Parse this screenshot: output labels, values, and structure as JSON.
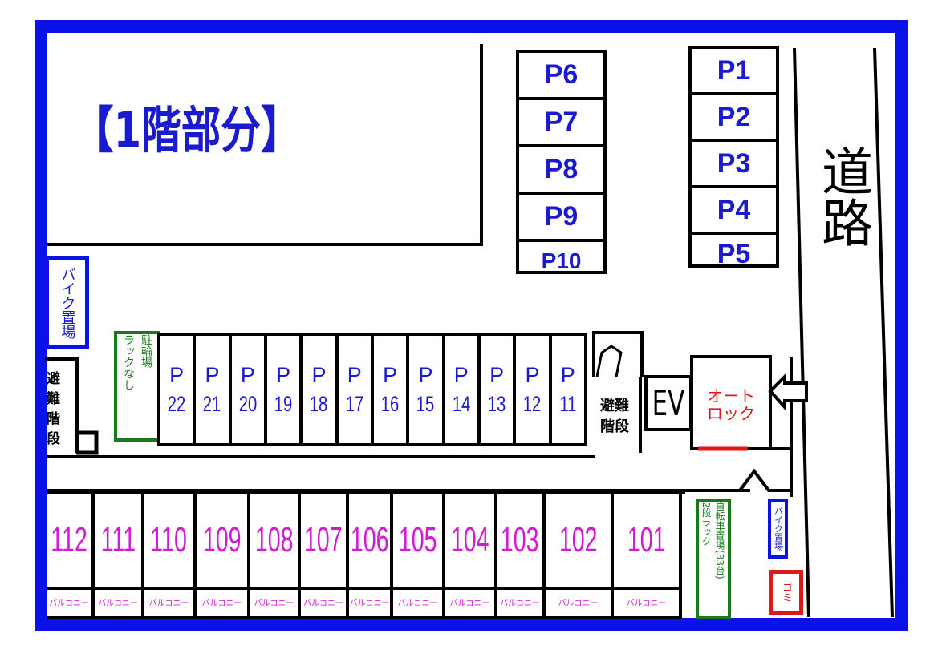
{
  "title": "【1階部分】",
  "road_label": "道路",
  "parking_right": [
    "P1",
    "P2",
    "P3",
    "P4",
    "P5"
  ],
  "parking_mid": [
    "P6",
    "P7",
    "P8",
    "P9",
    "P10"
  ],
  "parking_row": [
    {
      "p": "P",
      "n": "22"
    },
    {
      "p": "P",
      "n": "21"
    },
    {
      "p": "P",
      "n": "20"
    },
    {
      "p": "P",
      "n": "19"
    },
    {
      "p": "P",
      "n": "18"
    },
    {
      "p": "P",
      "n": "17"
    },
    {
      "p": "P",
      "n": "16"
    },
    {
      "p": "P",
      "n": "15"
    },
    {
      "p": "P",
      "n": "14"
    },
    {
      "p": "P",
      "n": "13"
    },
    {
      "p": "P",
      "n": "12"
    },
    {
      "p": "P",
      "n": "11"
    }
  ],
  "units": [
    "112",
    "111",
    "110",
    "109",
    "108",
    "107",
    "106",
    "105",
    "104",
    "103",
    "102",
    "101"
  ],
  "balcony_label": "バルコニー",
  "bike_parking_left": "バイク置場",
  "bike_parking_right": "バイク置場",
  "bicycle_no_rack": {
    "line1": "駐輪場",
    "line2": "ラックなし"
  },
  "bicycle_rack": {
    "line1": "自転車置場(33台)",
    "line2": "2段ラック"
  },
  "evacuation_stairs": "避難階段",
  "elevator": "EV",
  "autolock": {
    "line1": "オート",
    "line2": "ロック"
  },
  "garbage": "ゴミ",
  "colors": {
    "frame": "#0a12e8",
    "parking": "#1a1ad0",
    "units": "#d21ad2",
    "bicycle": "#1a7a1a",
    "autolock": "#e01818"
  }
}
